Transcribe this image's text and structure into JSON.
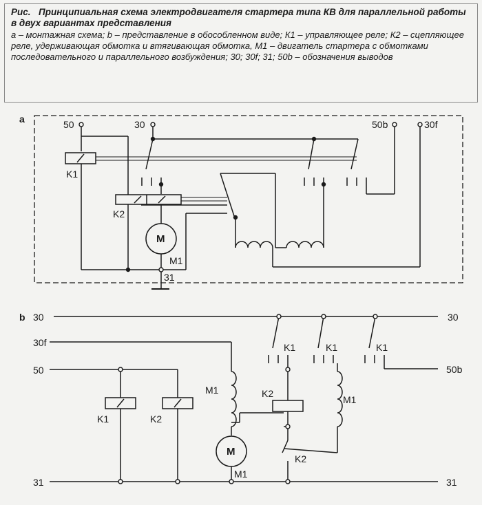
{
  "caption": {
    "label": "Рис.",
    "title": "Принципиальная схема электродвигателя стартера типа КВ для параллельной работы в двух вариантах представления",
    "description": "a – монтажная схема; b – представление в обособленном виде; К1 – управляющее реле; К2 – сцепляющее реле, удерживающая обмотка и втягивающая обмотка, М1 – двигатель стартера с обмотками последовательного и параллельного возбуждения; 30; 30f; 31; 50b – обозначения выводов"
  },
  "diagram_a": {
    "panel_label": "a",
    "terminals": {
      "t50": "50",
      "t30": "30",
      "t50b": "50b",
      "t30f": "30f",
      "t31": "31"
    },
    "components": {
      "relay_k1": "K1",
      "relay_k2": "K2",
      "motor": "M1",
      "motor_symbol": "M"
    }
  },
  "diagram_b": {
    "panel_label": "b",
    "rails": {
      "left_30": "30",
      "right_30": "30",
      "left_30f": "30f",
      "left_50": "50",
      "right_50b": "50b",
      "left_31": "31",
      "right_31": "31"
    },
    "components": {
      "k1_coil": "K1",
      "k2_coil": "K2",
      "m1_field": "M1",
      "k2_series": "K2",
      "k1_contact_1": "K1",
      "k1_contact_2": "K1",
      "k1_contact_3": "K1",
      "m1_field_2": "M1",
      "k2_contact": "K2",
      "motor": "M1",
      "motor_symbol": "M"
    }
  }
}
